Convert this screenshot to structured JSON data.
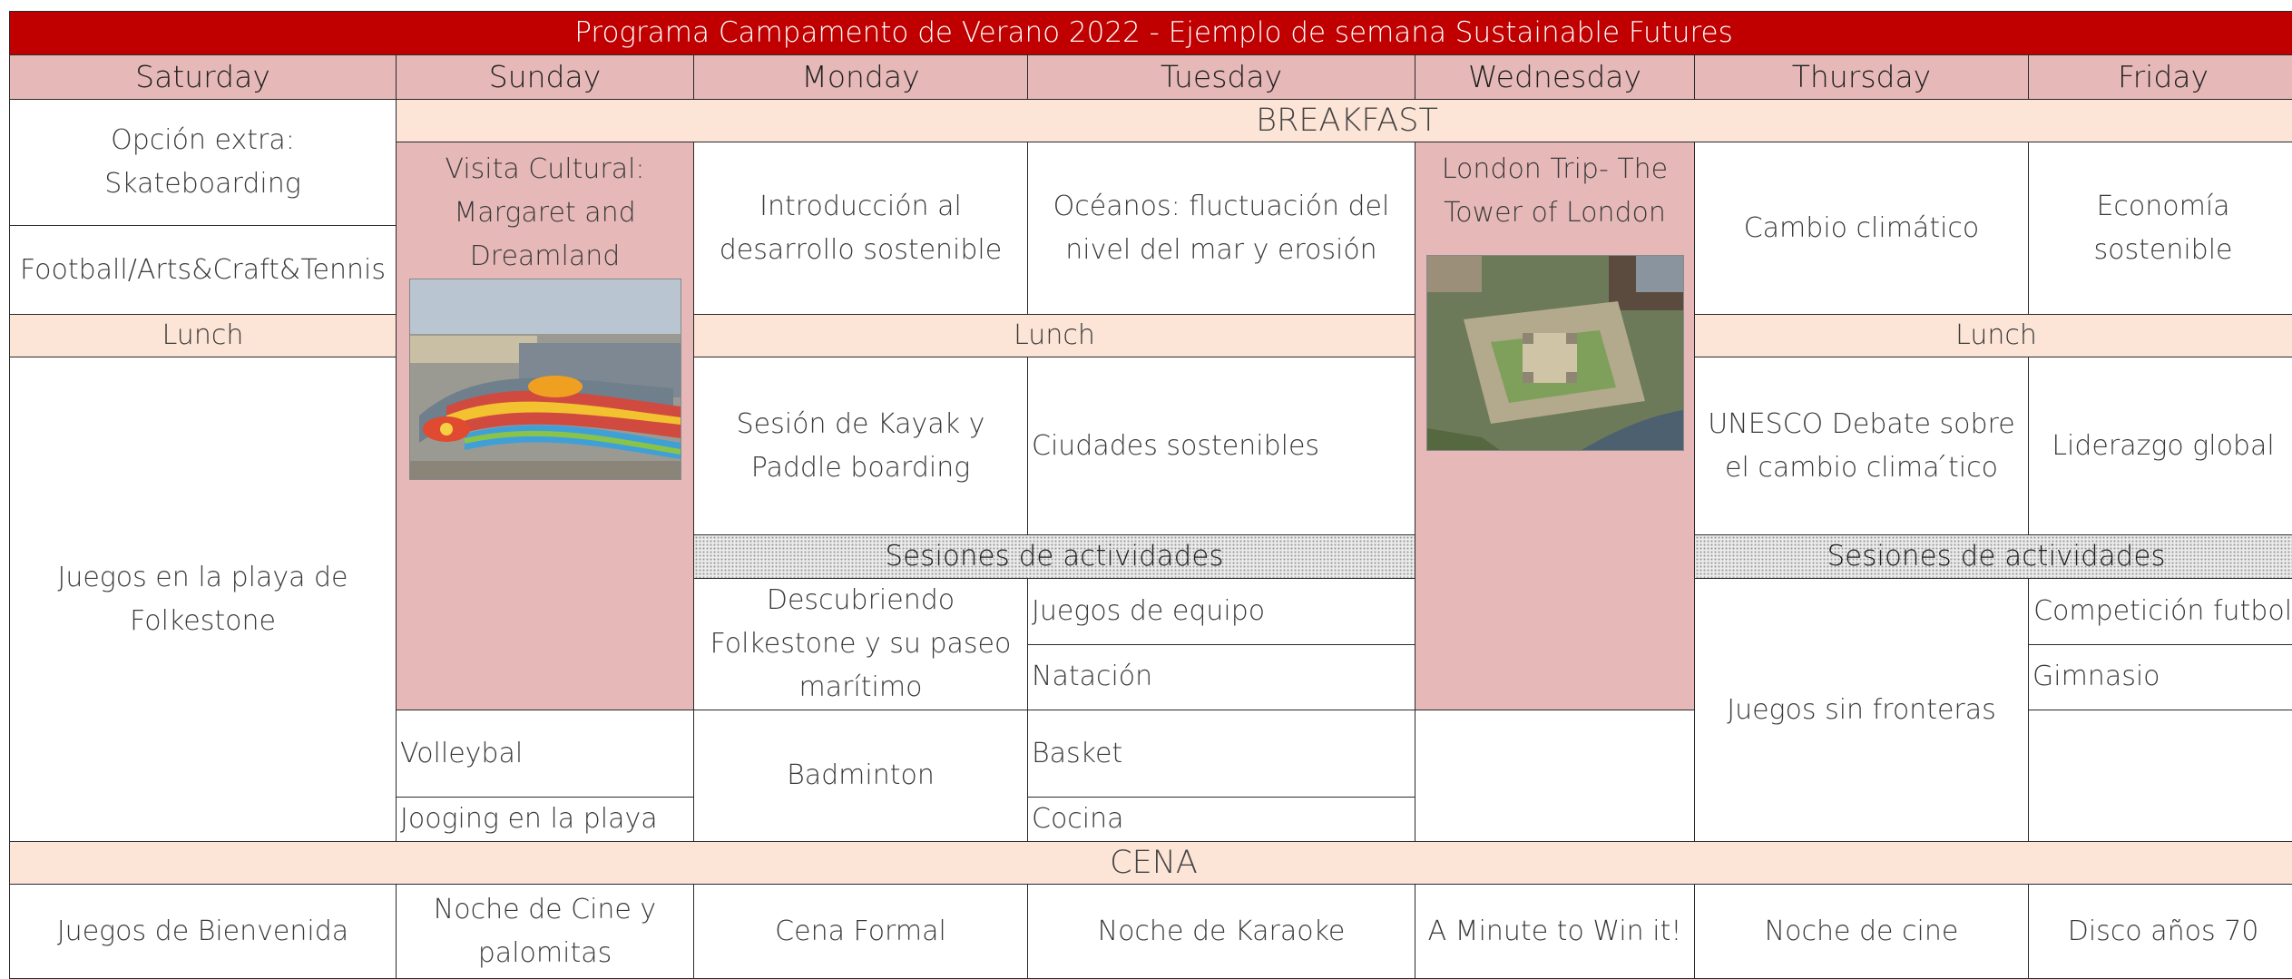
{
  "title": "Programa Campamento de Verano 2022  - Ejemplo de semana Sustainable Futures",
  "days": [
    "Saturday",
    "Sunday",
    "Monday",
    "Tuesday",
    "Wednesday",
    "Thursday",
    "Friday"
  ],
  "meals": {
    "breakfast": "BREAKFAST",
    "lunch": "Lunch",
    "dinner": "CENA"
  },
  "sessions_label": "Sesiones de actividades",
  "saturday": {
    "morning_1": "Opción extra: Skateboarding",
    "morning_2": "Football/Arts&Craft&Tennis",
    "afternoon": "Juegos en la playa de Folkestone",
    "evening": "Juegos de Bienvenida"
  },
  "sunday": {
    "trip": "Visita Cultural: Margaret and Dreamland",
    "evening": "Noche de Cine y palomitas"
  },
  "monday": {
    "morning": "Introducción al desarrollo sostenible",
    "afternoon": "Sesión de Kayak y Paddle boarding",
    "activity_1": "Descubriendo Folkestone y su paseo marítimo",
    "activity_2": "Volleybal",
    "activity_3": "Jooging en la playa",
    "evening": "Cena Formal"
  },
  "tuesday": {
    "morning": "Océanos: fluctuación del nivel del mar y erosión",
    "afternoon": "Ciudades sostenibles",
    "activity_1": "Juegos de equipo",
    "activity_2": "Natación",
    "activity_3": "Badminton",
    "evening": "Noche de Karaoke"
  },
  "wednesday": {
    "trip": "London Trip- The Tower of London",
    "evening": "A Minute to Win it!"
  },
  "thursday": {
    "morning": "Cambio climático",
    "afternoon": "UNESCO Debate sobre el cambio clima ́tico",
    "activity": "Juegos sin fronteras",
    "evening": "Noche de cine"
  },
  "friday": {
    "morning": "Economía sostenible",
    "afternoon": "Liderazgo global",
    "activity_1": "Competición futbol",
    "activity_2": "Gimnasio",
    "activity_3": "Basket",
    "activity_4": "Cocina",
    "evening": "Disco años 70"
  }
}
